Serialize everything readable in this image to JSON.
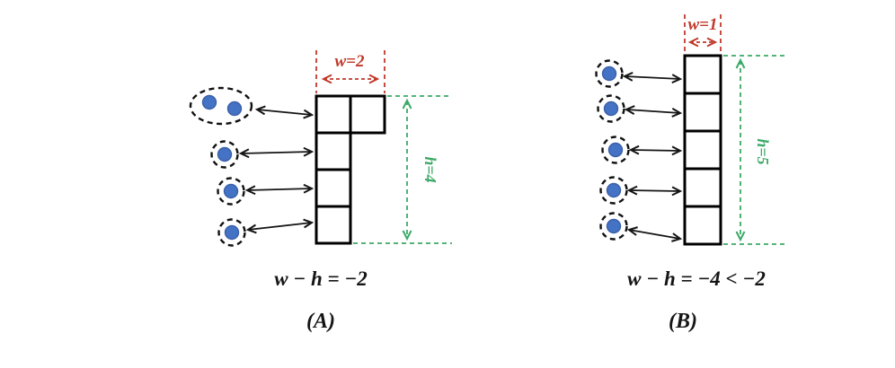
{
  "colors": {
    "dimension_red": "#c0392b",
    "dimension_green": "#3aa966",
    "dot_blue": "#4472c4",
    "line_black": "#151515"
  },
  "panels": {
    "a": {
      "caption": "(A)",
      "equation": "w − h = −2",
      "width_label": "w=2",
      "height_label": "h=4",
      "width_value": 2,
      "height_value": 4,
      "block_cells": 5,
      "block_rows": 4,
      "dot_groups": [
        {
          "dots": 2
        },
        {
          "dots": 1
        },
        {
          "dots": 1
        },
        {
          "dots": 1
        }
      ]
    },
    "b": {
      "caption": "(B)",
      "equation": "w − h = −4 < −2",
      "width_label": "w=1",
      "height_label": "h=5",
      "width_value": 1,
      "height_value": 5,
      "block_cells": 5,
      "block_rows": 5,
      "dot_groups": [
        {
          "dots": 1
        },
        {
          "dots": 1
        },
        {
          "dots": 1
        },
        {
          "dots": 1
        },
        {
          "dots": 1
        }
      ]
    }
  }
}
